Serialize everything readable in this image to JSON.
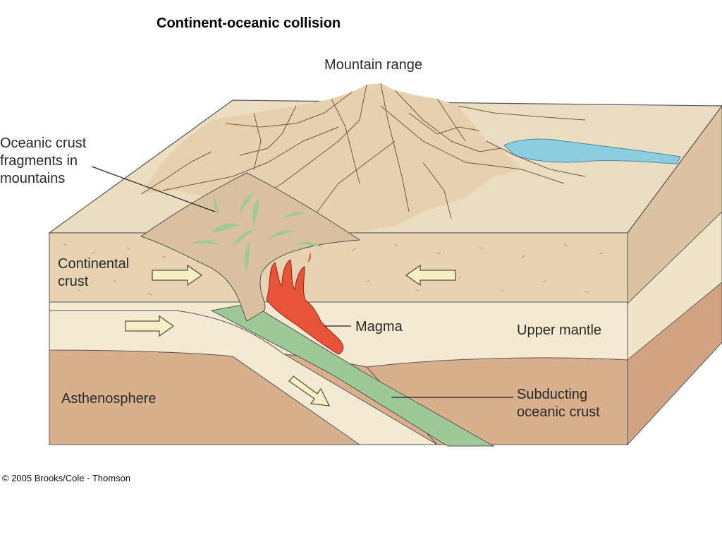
{
  "title": "Continent-oceanic collision",
  "labels": {
    "mountain_range": "Mountain range",
    "oceanic_fragments": "Oceanic crust\nfragments in\nmountains",
    "continental_crust": "Continental\ncrust",
    "magma": "Magma",
    "upper_mantle": "Upper mantle",
    "asthenosphere": "Asthenosphere",
    "subducting_crust": "Subducting\noceanic crust"
  },
  "credit": "© 2005 Brooks/Cole - Thomson",
  "colors": {
    "surface": "#ecdcc2",
    "continental_crust": "#e7d3b2",
    "upper_mantle": "#f3ead1",
    "asthenosphere": "#d9b08d",
    "oceanic_crust": "#9ec897",
    "magma": "#e8533a",
    "lake": "#8ccde0",
    "arrow": "#f7f0c4"
  }
}
